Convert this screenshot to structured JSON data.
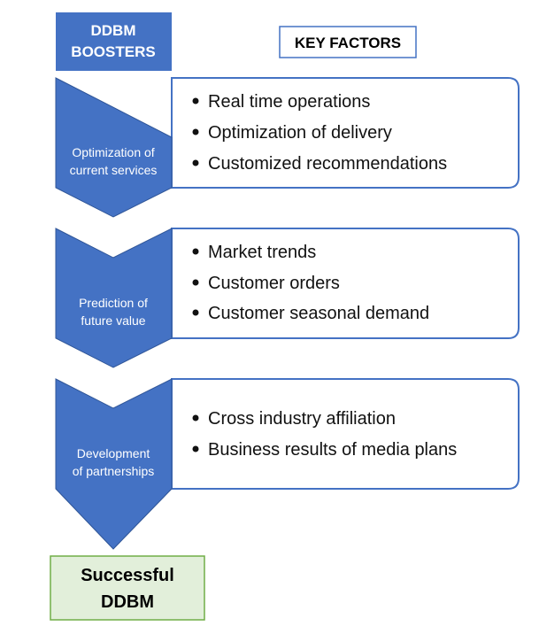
{
  "header": {
    "line1": "DDBM",
    "line2": "BOOSTERS"
  },
  "key_factors": {
    "label": "KEY FACTORS"
  },
  "stages": [
    {
      "label_line1": "Optimization of",
      "label_line2": "current services",
      "factors": [
        "Real time operations",
        "Optimization of delivery",
        "Customized recommendations"
      ]
    },
    {
      "label_line1": "Prediction of",
      "label_line2": "future value",
      "factors": [
        "Market trends",
        "Customer orders",
        "Customer seasonal demand"
      ]
    },
    {
      "label_line1": "Development",
      "label_line2": "of partnerships",
      "factors": [
        "Cross industry affiliation",
        "Business results of media plans"
      ]
    }
  ],
  "result": {
    "line1": "Successful",
    "line2": "DDBM"
  },
  "colors": {
    "chevron_fill": "#4472C4",
    "chevron_stroke": "#2F5597",
    "box_stroke": "#4472C4",
    "result_fill": "#E2EFDA",
    "result_stroke": "#70AD47"
  }
}
